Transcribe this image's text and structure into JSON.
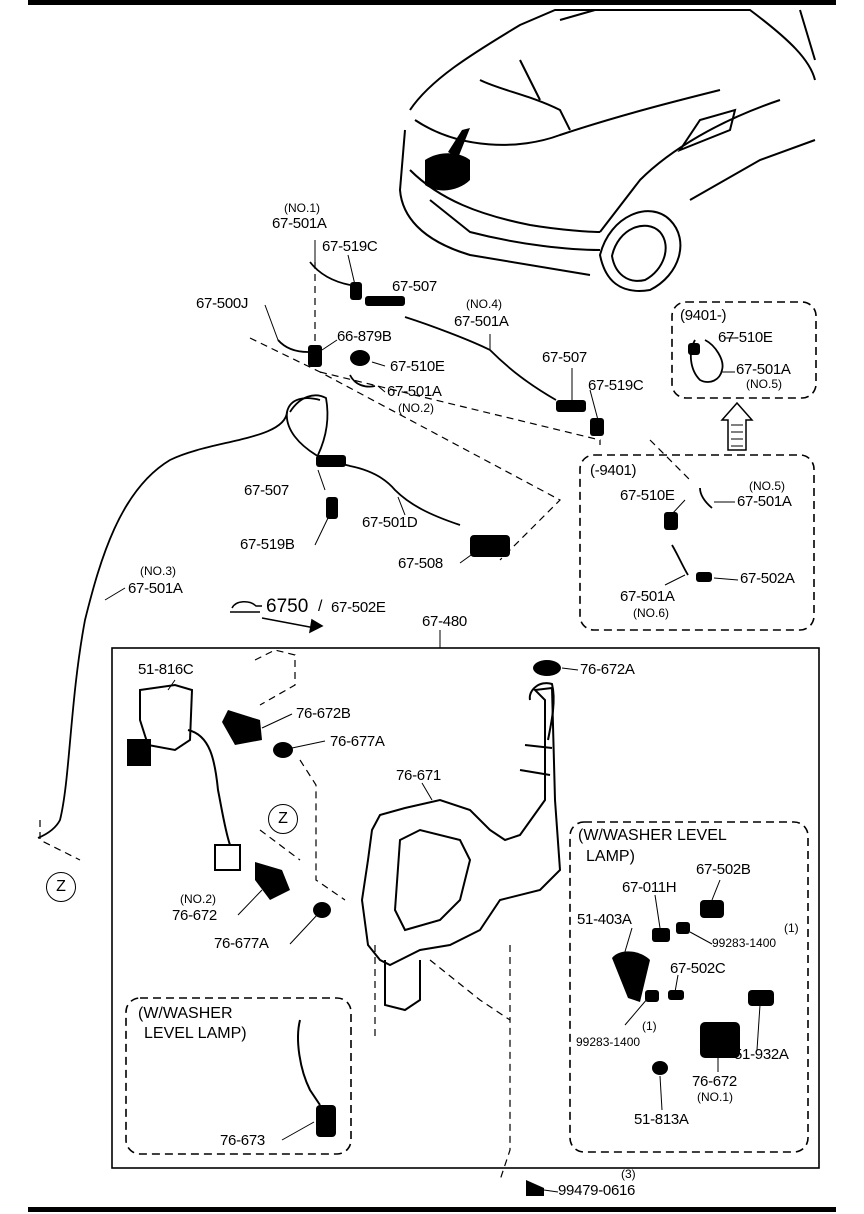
{
  "callouts": {
    "no1": "(NO.1)",
    "p67_501A_no1": "67-501A",
    "p67_519C_top": "67-519C",
    "p67_507_top": "67-507",
    "p67_500J": "67-500J",
    "no4": "(NO.4)",
    "p67_501A_no4": "67-501A",
    "p66_879B": "66-879B",
    "p67_510E_mid": "67-510E",
    "p67_501A_no2": "67-501A",
    "no2_top": "(NO.2)",
    "p67_507_mid": "67-507",
    "p67_519C_mid": "67-519C",
    "p67_507_low": "67-507",
    "p67_501D": "67-501D",
    "p67_519B": "67-519B",
    "p67_508": "67-508",
    "no3": "(NO.3)",
    "p67_501A_no3": "67-501A",
    "ref_6750": "6750",
    "ref_slash": "/",
    "p67_502E": "67-502E",
    "p67_480": "67-480",
    "p51_816C": "51-816C",
    "p76_672A": "76-672A",
    "p76_672B": "76-672B",
    "p76_677A_top": "76-677A",
    "p76_671": "76-671",
    "z": "Z",
    "no2_low": "(NO.2)",
    "p76_672": "76-672",
    "p76_677A_low": "76-677A",
    "p76_673": "76-673",
    "p99479": "99479-0616",
    "qty3": "(3)"
  },
  "box_9401_after": {
    "title": "(9401-)",
    "p67_510E": "67-510E",
    "p67_501A": "67-501A",
    "no5": "(NO.5)"
  },
  "box_9401_before": {
    "title": "(-9401)",
    "no5": "(NO.5)",
    "p67_510E": "67-510E",
    "p67_501A_no5": "67-501A",
    "p67_501A_no6": "67-501A",
    "no6": "(NO.6)",
    "p67_502A": "67-502A"
  },
  "box_level_lamp_right": {
    "title_line1": "(W/WASHER  LEVEL",
    "title_line2": "LAMP)",
    "p67_502B": "67-502B",
    "p67_011H": "67-011H",
    "p51_403A": "51-403A",
    "qty1_a": "(1)",
    "p99283_a": "99283-1400",
    "p67_502C": "67-502C",
    "qty1_b": "(1)",
    "p99283_b": "99283-1400",
    "p51_932A": "51-932A",
    "p76_672": "76-672",
    "no1": "(NO.1)",
    "p51_813A": "51-813A"
  },
  "box_level_lamp_left": {
    "title_line1": "(W/WASHER",
    "title_line2": "LEVEL LAMP)"
  },
  "icons": [
    "car-outline-icon",
    "arrow-up-icon",
    "reference-arrow-icon"
  ]
}
